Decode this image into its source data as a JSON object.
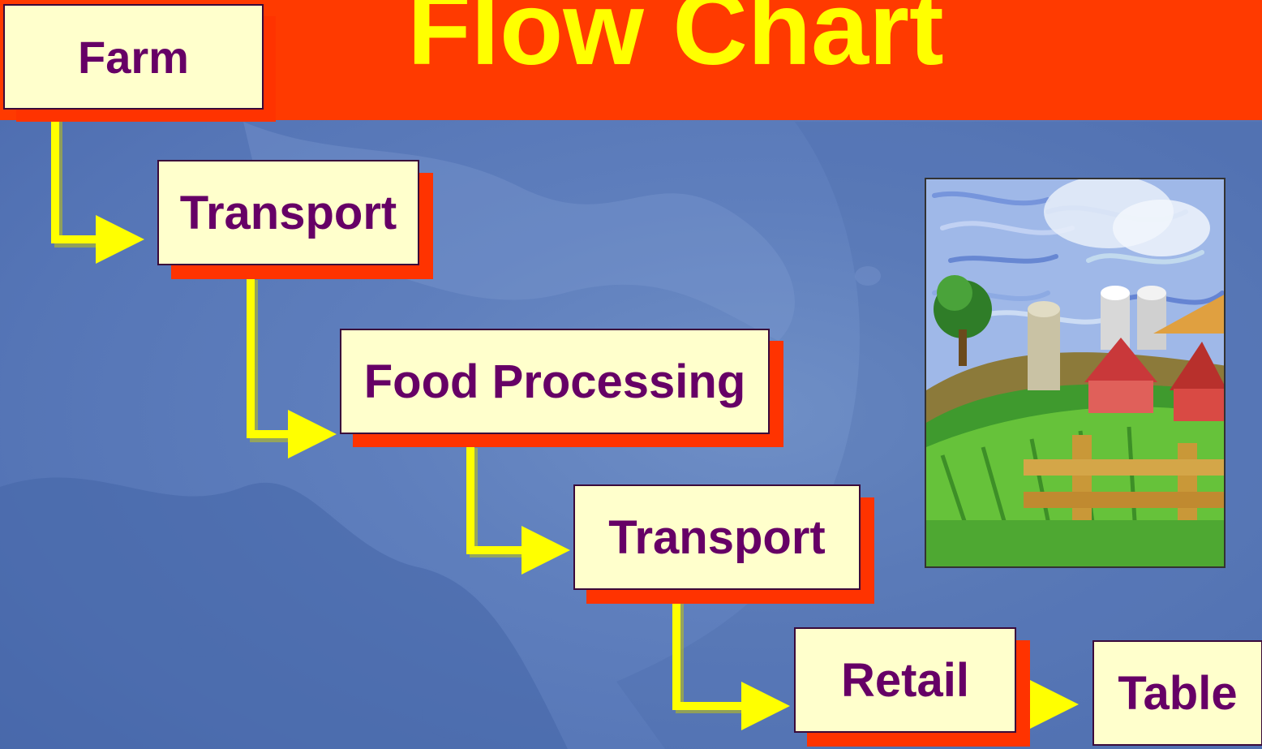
{
  "title": "Flow Chart",
  "steps": [
    {
      "label": "Farm"
    },
    {
      "label": "Transport"
    },
    {
      "label": "Food Processing"
    },
    {
      "label": "Transport"
    },
    {
      "label": "Retail"
    },
    {
      "label": "Table"
    }
  ],
  "colors": {
    "title_bar": "#ff3a00",
    "title_text": "#ffff00",
    "box_fill": "#ffffcc",
    "box_text": "#660066",
    "box_shadow": "#ff3300",
    "arrow": "#ffff00",
    "background": "#5a7ab8"
  },
  "picture": {
    "icon": "farm-illustration"
  }
}
